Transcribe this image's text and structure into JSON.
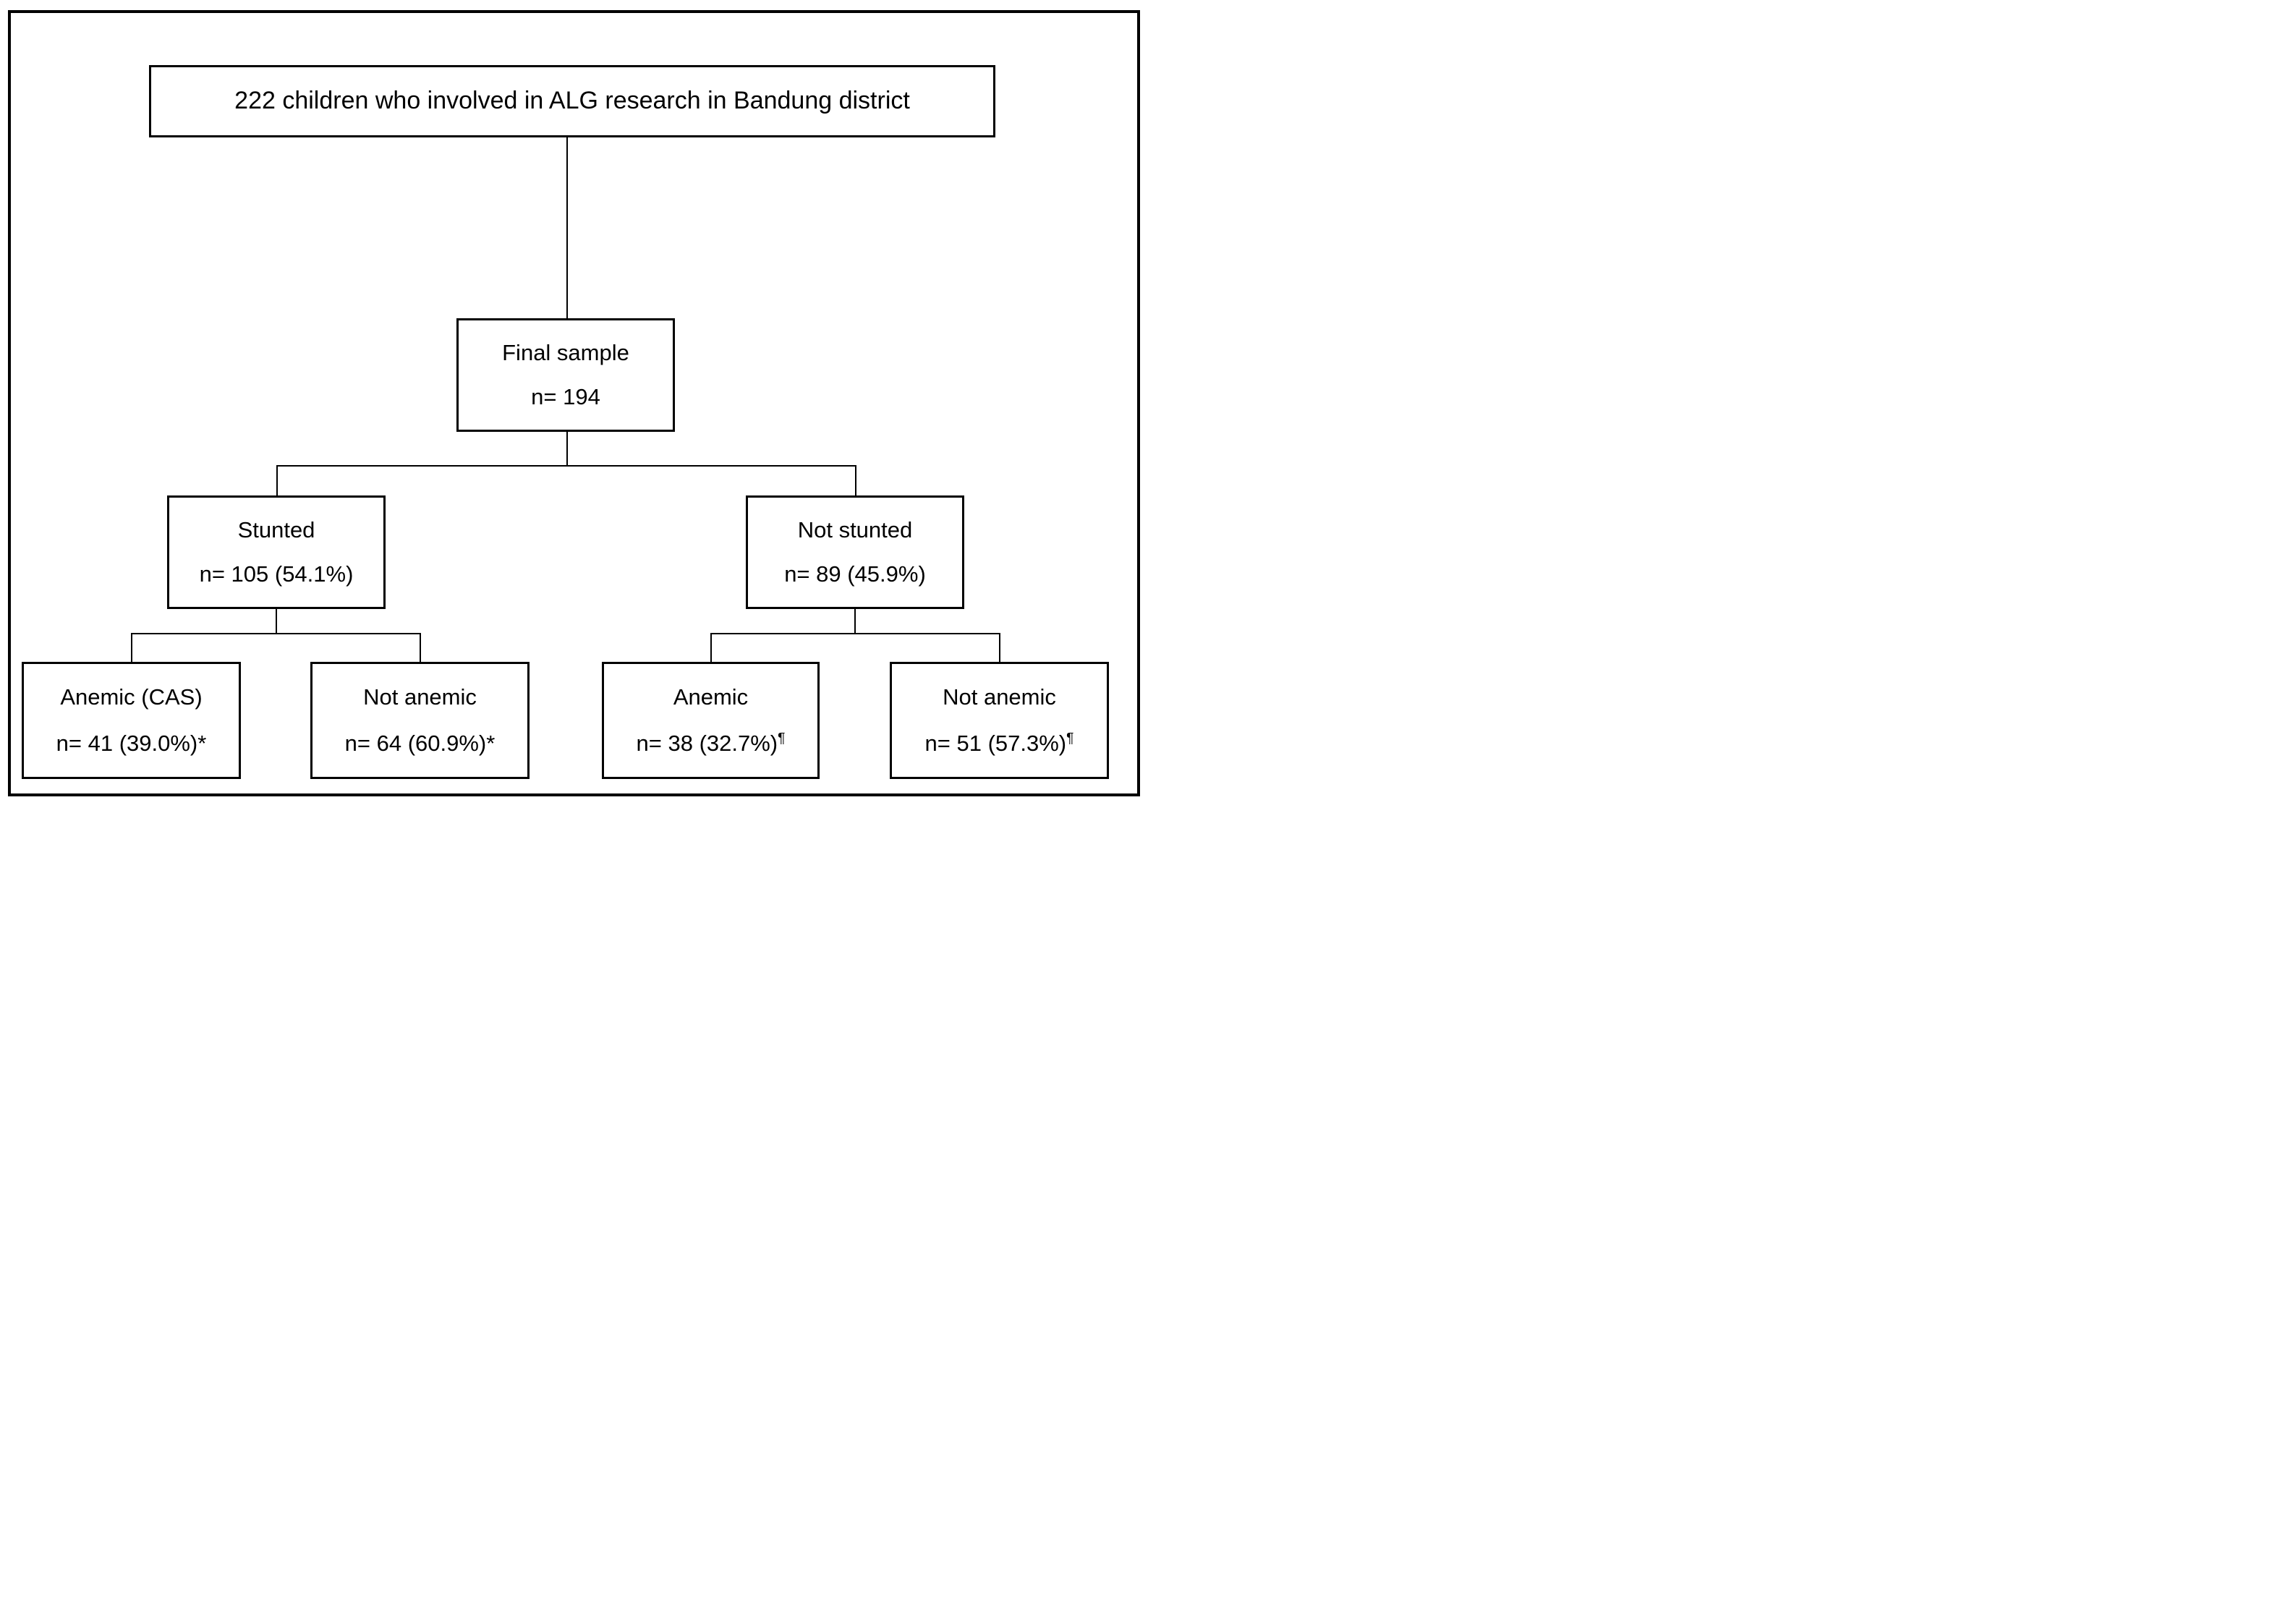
{
  "figure": {
    "type": "flowchart",
    "colors": {
      "line": "#000000",
      "background": "#ffffff",
      "text": "#000000"
    },
    "nodes": {
      "intake": {
        "label": "222 children who involved in ALG research in Bandung district"
      },
      "final_sample": {
        "title": "Final sample",
        "value": "n= 194",
        "sup": ""
      },
      "stunted": {
        "title": "Stunted",
        "value": "n= 105 (54.1%)",
        "sup": ""
      },
      "not_stunted": {
        "title": "Not stunted",
        "value": "n= 89 (45.9%)",
        "sup": ""
      },
      "stunted_anemic": {
        "title": "Anemic (CAS)",
        "value": "n= 41 (39.0%)*",
        "sup": ""
      },
      "stunted_not_anemic": {
        "title": "Not anemic",
        "value": "n= 64 (60.9%)*",
        "sup": ""
      },
      "not_stunted_anemic": {
        "title": "Anemic",
        "value": "n= 38 (32.7%)",
        "sup": "¶"
      },
      "not_stunted_not_anemic": {
        "title": "Not anemic",
        "value": "n= 51 (57.3%)",
        "sup": "¶"
      }
    },
    "edges": [
      "intake -> final_sample",
      "final_sample -> stunted",
      "final_sample -> not_stunted",
      "stunted -> stunted_anemic",
      "stunted -> stunted_not_anemic",
      "not_stunted -> not_stunted_anemic",
      "not_stunted -> not_stunted_not_anemic"
    ]
  }
}
